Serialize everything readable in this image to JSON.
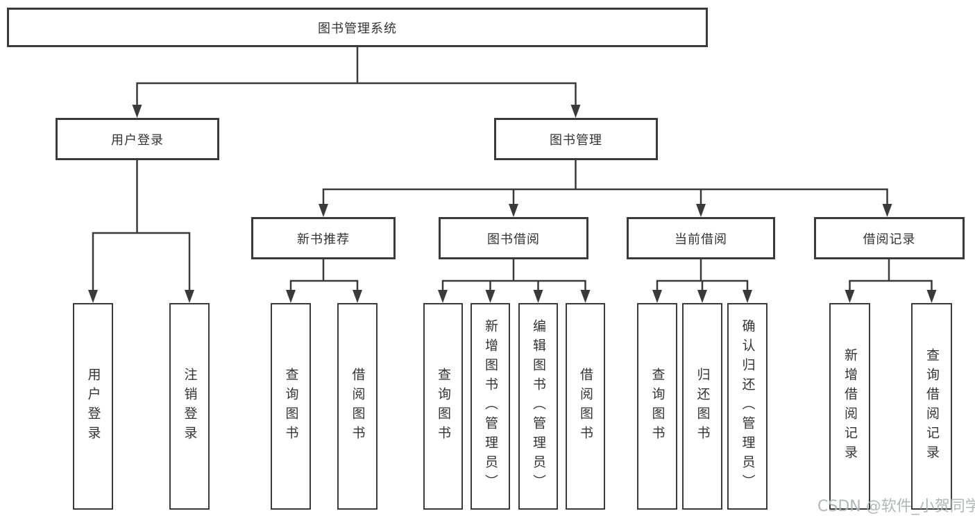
{
  "diagram_title": "图书管理系统",
  "nodes": {
    "root": "图书管理系统",
    "l2": [
      "用户登录",
      "图书管理"
    ],
    "l3": [
      "新书推荐",
      "图书借阅",
      "当前借阅",
      "借阅记录"
    ],
    "leaves": [
      "用户登录",
      "注销登录",
      "查询图书",
      "借阅图书",
      "查询图书",
      "新增图书（管理员）",
      "编辑图书（管理员）",
      "借阅图书",
      "查询图书",
      "归还图书",
      "确认归还（管理员）",
      "新增借阅记录",
      "查询借阅记录"
    ]
  },
  "hierarchy": {
    "图书管理系统": {
      "用户登录": [
        "用户登录",
        "注销登录"
      ],
      "图书管理": {
        "新书推荐": [
          "查询图书",
          "借阅图书"
        ],
        "图书借阅": [
          "查询图书",
          "新增图书（管理员）",
          "编辑图书（管理员）",
          "借阅图书"
        ],
        "当前借阅": [
          "查询图书",
          "归还图书",
          "确认归还（管理员）"
        ],
        "借阅记录": [
          "新增借阅记录",
          "查询借阅记录"
        ]
      }
    }
  },
  "watermark": {
    "text": "CSDN @软件_小贺同学"
  },
  "colors": {
    "line": "#3a3a3a",
    "box_border": "#3a3a3a",
    "box_fill": "#ffffff",
    "text": "#333333",
    "watermark": "#b4b4b4",
    "background": "#ffffff"
  }
}
